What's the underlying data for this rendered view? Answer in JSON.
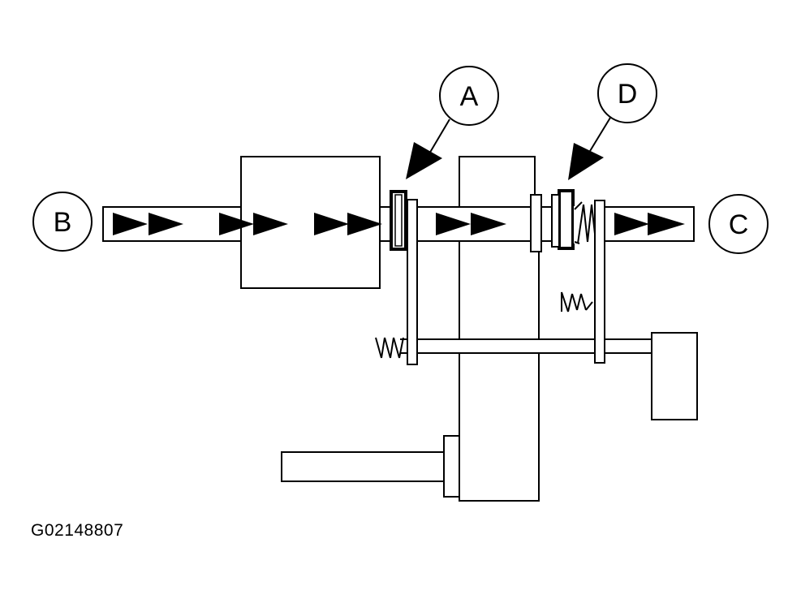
{
  "callouts": {
    "a": "A",
    "b": "B",
    "c": "C",
    "d": "D"
  },
  "figure_id": "G02148807",
  "colors": {
    "line": "#000000",
    "background": "#ffffff"
  }
}
